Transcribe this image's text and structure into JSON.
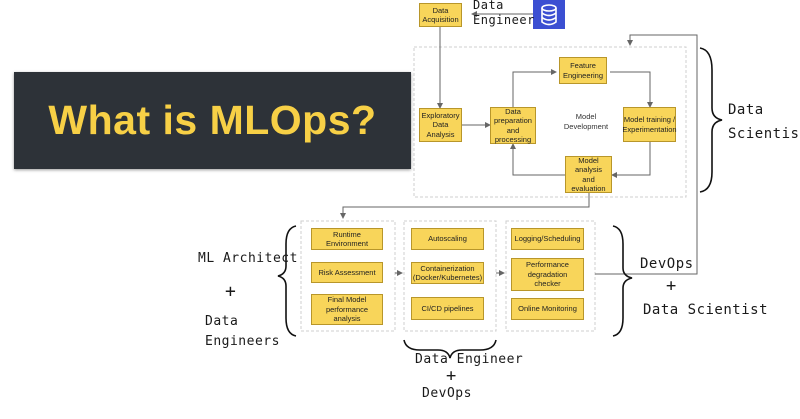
{
  "title": "What is MLOps?",
  "boxes": {
    "data_acquisition": "Data Acquisition",
    "eda": "Exploratory Data Analysis",
    "data_prep": "Data preparation and processing",
    "feature_eng": "Feature Engineering",
    "model_training": "Model training / Experimentation",
    "model_analysis": "Model analysis and evaluation",
    "runtime_env": "Runtime Environment",
    "risk_assessment": "Risk Assessment",
    "final_model": "Final Model performance analysis",
    "autoscaling": "Autoscaling",
    "containerization": "Containerization (Docker/Kubernetes)",
    "cicd": "CI/CD pipelines",
    "logging": "Logging/Scheduling",
    "perf_degradation": "Performance degradation checker",
    "online_monitoring": "Online Monitoring"
  },
  "model_development_label": "Model Development",
  "annotations": {
    "data_engineer_top": "Data\nEngineer",
    "data_scientist_right": "Data\nScientist",
    "ml_architect": "ML Architect",
    "plus": "+",
    "data_engineers": "Data\nEngineers",
    "devops_right": "DevOps",
    "data_scientist_bottom": "Data Scientist",
    "data_engineer_bottom": "Data Engineer",
    "devops_bottom": "DevOps"
  },
  "icons": {
    "database": "database-icon"
  },
  "colors": {
    "box_fill": "#f8d55a",
    "banner_bg": "#2d3238",
    "banner_text": "#f7d046",
    "db_icon": "#3b4fd2"
  }
}
